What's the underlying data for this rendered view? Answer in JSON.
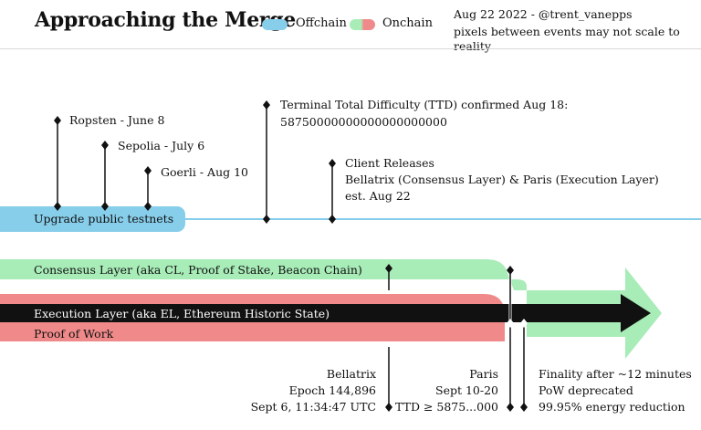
{
  "header": {
    "title": "Approaching the Merge",
    "legend": [
      {
        "label": "Offchain",
        "color": "#87ceeb"
      },
      {
        "label": "Onchain",
        "colors": [
          "#a8ecb8",
          "#f08a8a"
        ]
      }
    ],
    "meta_line1": "Aug 22 2022 - @trent_vanepps",
    "meta_line2": "pixels between events may not scale to reality"
  },
  "testnets": {
    "bar_label": "Upgrade public testnets",
    "ropsten": "Ropsten - June 8",
    "sepolia": "Sepolia - July 6",
    "goerli": "Goerli - Aug 10"
  },
  "ttd": {
    "line1": "Terminal Total Difficulty (TTD) confirmed Aug 18:",
    "line2": "58750000000000000000000"
  },
  "client_releases": {
    "line1": "Client Releases",
    "line2": "Bellatrix (Consensus Layer) & Paris (Execution Layer)",
    "line3": "est. Aug 22"
  },
  "layers": {
    "consensus": "Consensus Layer (aka CL, Proof of Stake, Beacon Chain)",
    "execution": "Execution Layer (aka EL, Ethereum Historic State)",
    "pow": "Proof of Work"
  },
  "bellatrix": {
    "line1": "Bellatrix",
    "line2": "Epoch 144,896",
    "line3": "Sept 6, 11:34:47 UTC"
  },
  "paris": {
    "line1": "Paris",
    "line2": "Sept 10-20",
    "line3": "TTD ≥ 5875...000"
  },
  "finality": {
    "line1": "Finality after ~12 minutes",
    "line2": "PoW deprecated",
    "line3": "99.95% energy reduction"
  },
  "colors": {
    "offchain": "#87ceeb",
    "consensus": "#a8ecb8",
    "execution": "#111111",
    "pow": "#f08a8a"
  }
}
